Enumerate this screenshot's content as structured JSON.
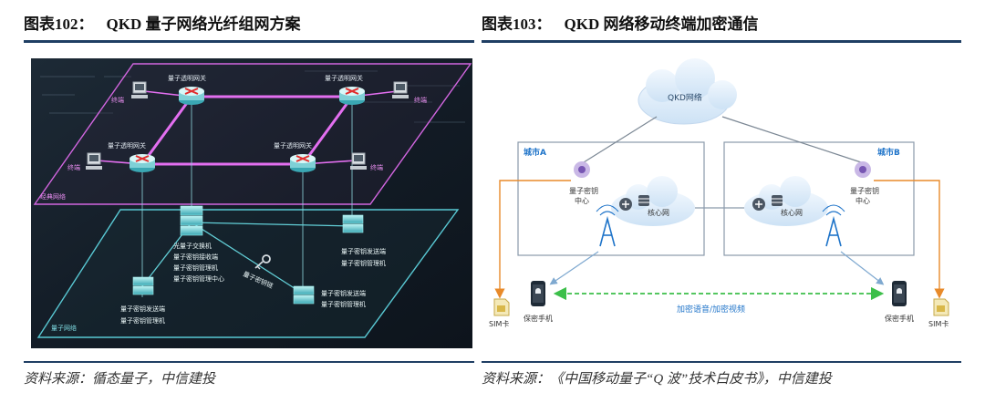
{
  "figure102": {
    "number": "图表102：",
    "title": "QKD 量子网络光纤组网方案",
    "source": "资料来源：循态量子，中信建投",
    "labels": {
      "classic_net": "经典网络",
      "quantum_net": "量子网络",
      "gateway_tl": "量子透明网关",
      "gateway_tr": "量子透明网关",
      "gateway_ml": "量子透明网关",
      "gateway_mr": "量子透明网关",
      "terminal_tl": "终端",
      "terminal_tr": "终端",
      "terminal_ml": "终端",
      "terminal_mr": "终端",
      "switch_l1": "光量子交换机",
      "switch_l2": "量子密钥接收端",
      "switch_l3": "量子密钥管理机",
      "switch_l4": "量子密钥管理中心",
      "dev_r1": "量子密钥发送端",
      "dev_r2": "量子密钥管理机",
      "dev_bl1": "量子密钥发送端",
      "dev_bl2": "量子密钥管理机",
      "dev_bc1": "量子密钥发送端",
      "dev_bc2": "量子密钥管理机",
      "key_link": "量子密钥链"
    }
  },
  "figure103": {
    "number": "图表103：",
    "title": "QKD 网络移动终端加密通信",
    "source": "资料来源：《中国移动量子“Q 波”技术白皮书》，中信建投",
    "labels": {
      "qkd_network": "QKD网络",
      "city_a": "城市A",
      "city_b": "城市B",
      "kmc_a_1": "量子密钥",
      "kmc_a_2": "中心",
      "kmc_b_1": "量子密钥",
      "kmc_b_2": "中心",
      "core_a": "核心网",
      "core_b": "核心网",
      "secure_phone_a": "保密手机",
      "secure_phone_b": "保密手机",
      "sim_a": "SIM卡",
      "sim_b": "SIM卡",
      "encrypted_call": "加密语音/加密视频"
    }
  },
  "colors": {
    "rule": "#1f3e63",
    "dark_bg": "#14202c",
    "magenta": "#e060e8",
    "cyan": "#5fd3dc",
    "city_box": "#8a9aab",
    "cloud": "#d6e7f8",
    "orange": "#e88a2a",
    "green_dash": "#3cbf4a",
    "blue_accent": "#1f74c9"
  }
}
